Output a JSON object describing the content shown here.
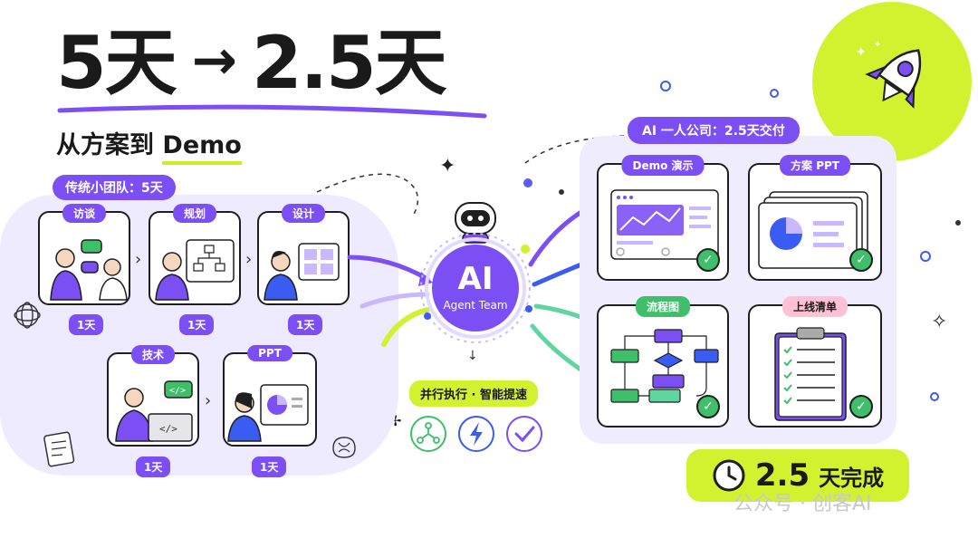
{
  "headline": {
    "before": "5天",
    "arrow": "→",
    "after": "2.5天"
  },
  "subtitle": {
    "prefix": "从方案到 ",
    "highlight": "Demo"
  },
  "traditional": {
    "label": "传统小团队：5天",
    "steps": [
      {
        "name": "访谈",
        "days": "1天"
      },
      {
        "name": "规划",
        "days": "1天"
      },
      {
        "name": "设计",
        "days": "1天"
      },
      {
        "name": "技术",
        "days": "1天"
      },
      {
        "name": "PPT",
        "days": "1天"
      }
    ]
  },
  "ai_hub": {
    "title": "AI",
    "subtitle": "Agent Team",
    "caption": "并行执行 · 智能提速"
  },
  "ai_company": {
    "label": "AI 一人公司：2.5天交付",
    "outputs": [
      {
        "name": "Demo 演示"
      },
      {
        "name": "方案 PPT"
      },
      {
        "name": "流程图"
      },
      {
        "name": "上线清单"
      }
    ]
  },
  "result": {
    "value": "2.5",
    "unit": "天完成"
  },
  "watermark": "公众号 · 创客AI",
  "colors": {
    "purple": "#7c4ff5",
    "lime": "#d2f230",
    "green": "#3fbf6a",
    "lavender": "#eeeaff"
  }
}
